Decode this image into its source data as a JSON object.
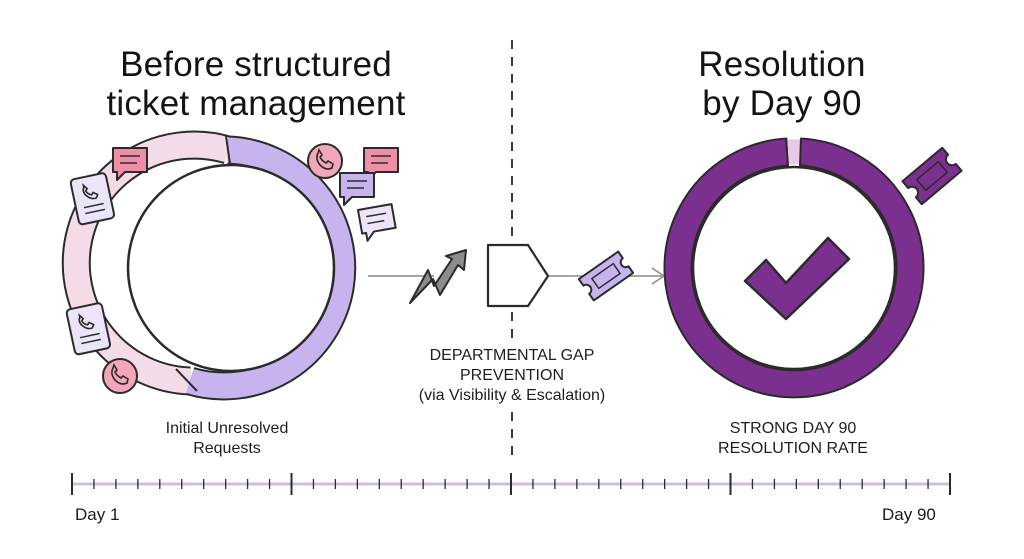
{
  "before": {
    "title_lines": [
      "Before structured",
      "ticket management"
    ],
    "caption_lines": [
      "Initial Unresolved",
      "Requests"
    ]
  },
  "middle": {
    "caption_lines": [
      "DEPARTMENTAL GAP",
      "PREVENTION",
      "(via Visibility & Escalation)"
    ]
  },
  "after": {
    "title_lines": [
      "Resolution",
      "by Day 90"
    ],
    "caption_lines": [
      "STRONG DAY 90",
      "RESOLUTION RATE"
    ]
  },
  "timeline": {
    "start_label": "Day 1",
    "end_label": "Day 90"
  },
  "icons": {
    "before_ring": "ring-icon",
    "phone_notes": "phone-document-icon",
    "chat_bubbles": "chat-bubble-icon",
    "phone_badges": "phone-icon",
    "trend": "rising-arrow-icon",
    "gate": "pentagon-gate-icon",
    "ticket": "ticket-icon",
    "check": "checkmark-icon"
  },
  "colors": {
    "ink": "#2b2b2b",
    "pink_light": "#f4dbe8",
    "lavender": "#c7b4ee",
    "purple_dark": "#7b2f8f",
    "pink": "#ee8fa6",
    "divider": "#444444",
    "timeline_line": "#cdbde6"
  }
}
